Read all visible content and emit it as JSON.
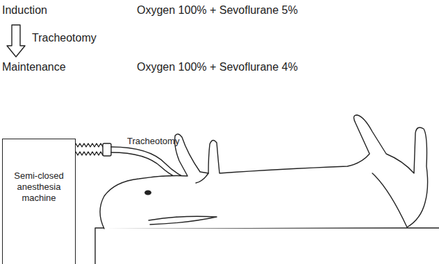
{
  "diagram": {
    "nodes": [
      {
        "text": [
          "Semi-closed anesthesia machine"
        ]
      }
    ],
    "labels": [
      "Induction",
      "Oxygen 100% + Sevoflurane 5%",
      "Tracheotomy",
      "Maintenance",
      "Oxygen 100% + Sevoflurane 4%",
      "Tracheotomy"
    ]
  }
}
